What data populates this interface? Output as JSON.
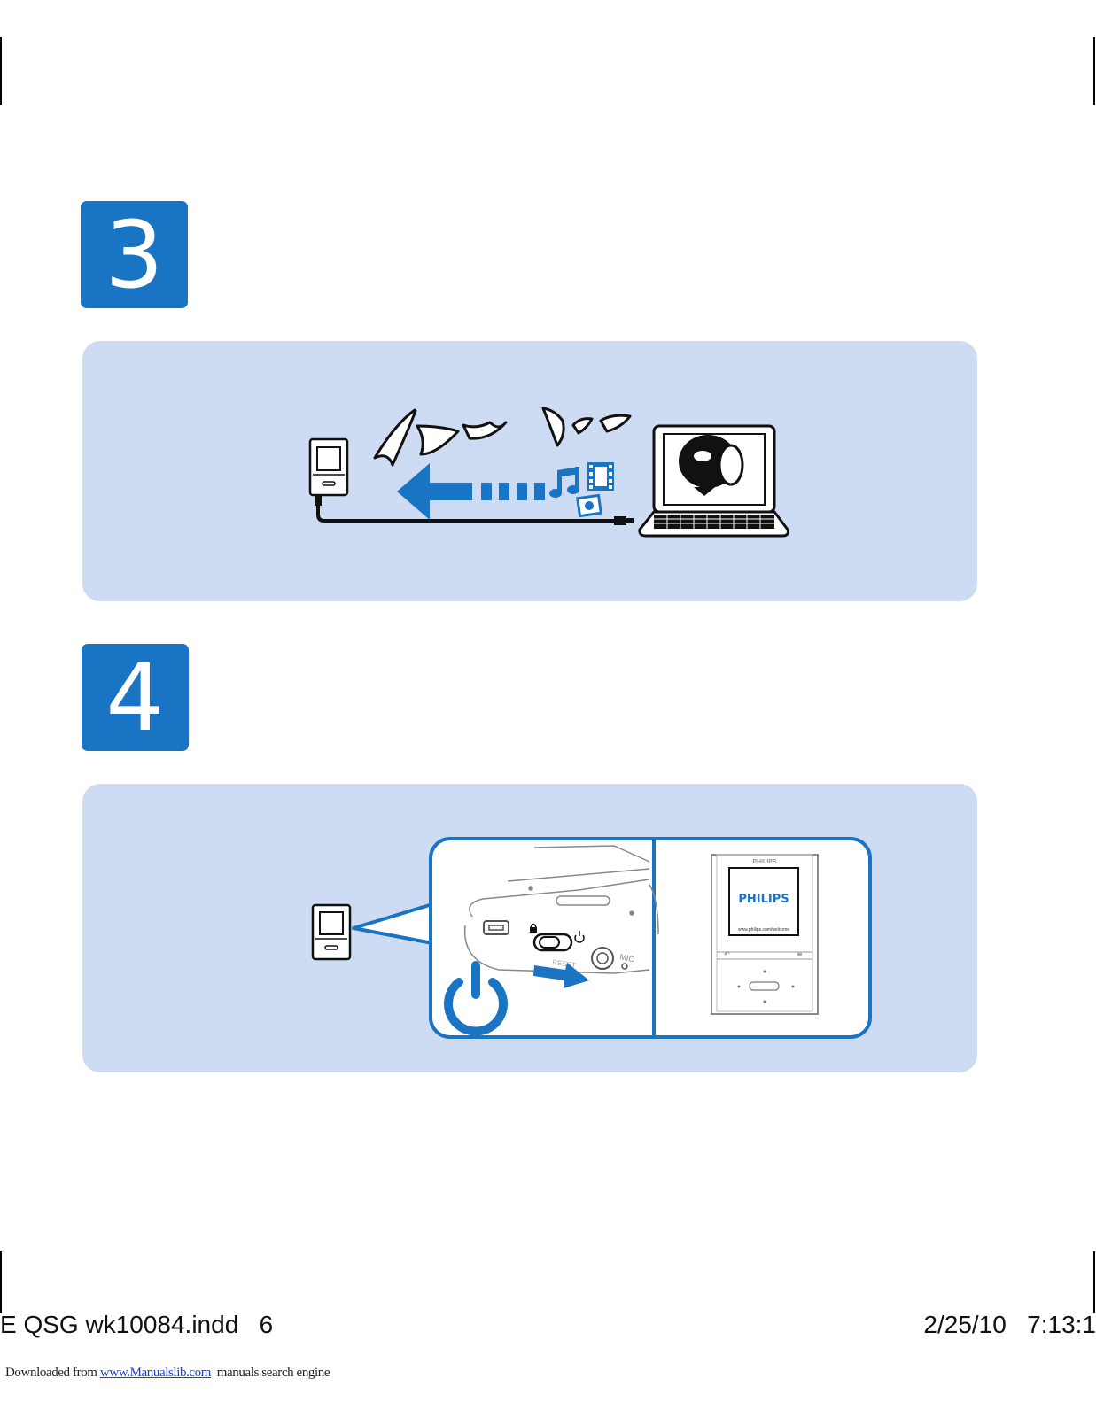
{
  "steps": [
    {
      "number": "3"
    },
    {
      "number": "4"
    }
  ],
  "device": {
    "brand_small": "PHILIPS",
    "screen_brand": "PHILIPS",
    "screen_url": "www.philips.com/welcome",
    "switch_reset_label": "RESET",
    "mic_label": "MIC"
  },
  "footer": {
    "slug_left": "E QSG wk10084.indd   6",
    "slug_right": "2/25/10   7:13:1",
    "download_prefix": "Downloaded from ",
    "download_link": "www.Manualslib.com",
    "download_suffix": "  manuals search engine"
  },
  "colors": {
    "accent_blue": "#1a74c4",
    "panel_bg": "#cedcf3"
  }
}
